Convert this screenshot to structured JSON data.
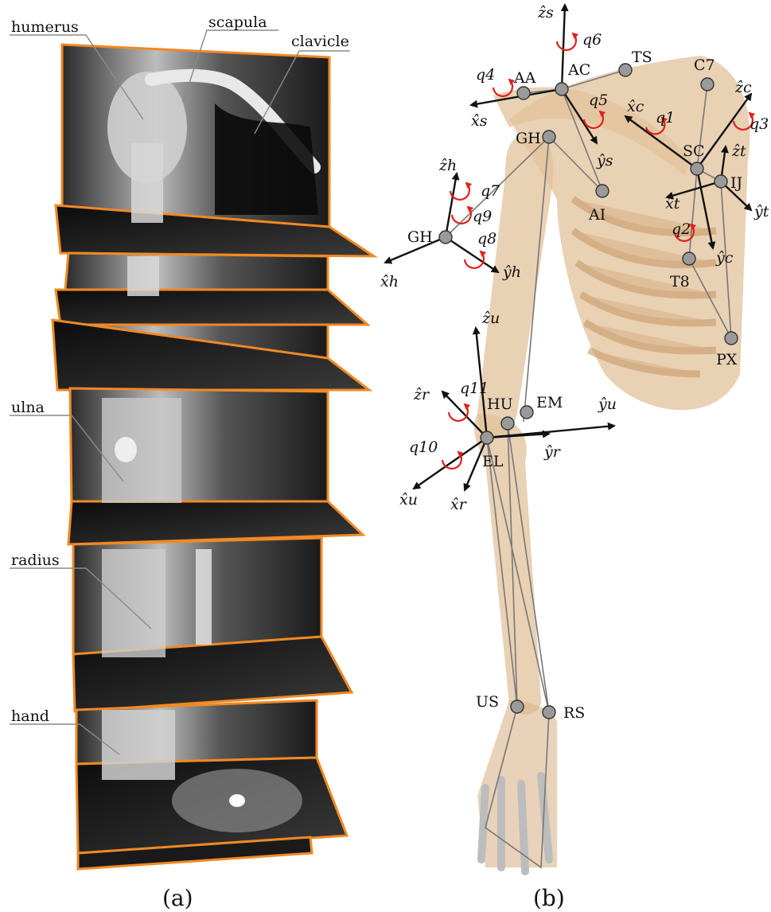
{
  "panel_a": {
    "caption": "(a)",
    "labels": {
      "humerus": "humerus",
      "scapula": "scapula",
      "clavicle": "clavicle",
      "ulna": "ulna",
      "radius": "radius",
      "hand": "hand"
    }
  },
  "panel_b": {
    "caption": "(b)",
    "landmarks": {
      "AC": "AC",
      "TS": "TS",
      "AA": "AA",
      "C7": "C7",
      "GH_top": "GH",
      "SC": "SC",
      "IJ": "IJ",
      "AI": "AI",
      "GH": "GH",
      "T8": "T8",
      "PX": "PX",
      "HU": "HU",
      "EM": "EM",
      "EL": "EL",
      "US": "US",
      "RS": "RS"
    },
    "axes": {
      "zs": "ẑs",
      "xs": "x̂s",
      "ys": "ŷs",
      "zh": "ẑh",
      "xh": "x̂h",
      "yh": "ŷh",
      "zc": "ẑc",
      "xc": "x̂c",
      "yc": "ŷc",
      "zt": "ẑt",
      "xt": "x̂t",
      "yt": "ŷt",
      "zu": "ẑu",
      "xu": "x̂u",
      "yu": "ŷu",
      "zr": "ẑr",
      "xr": "x̂r",
      "yr": "ŷr"
    },
    "dofs": {
      "q1": "q1",
      "q2": "q2",
      "q3": "q3",
      "q4": "q4",
      "q5": "q5",
      "q6": "q6",
      "q7": "q7",
      "q8": "q8",
      "q9": "q9",
      "q10": "q10",
      "q11": "q11"
    }
  },
  "colors": {
    "slab_border": "#f08a24",
    "rotation": "#e0201b",
    "bone": "#e2c19b"
  }
}
